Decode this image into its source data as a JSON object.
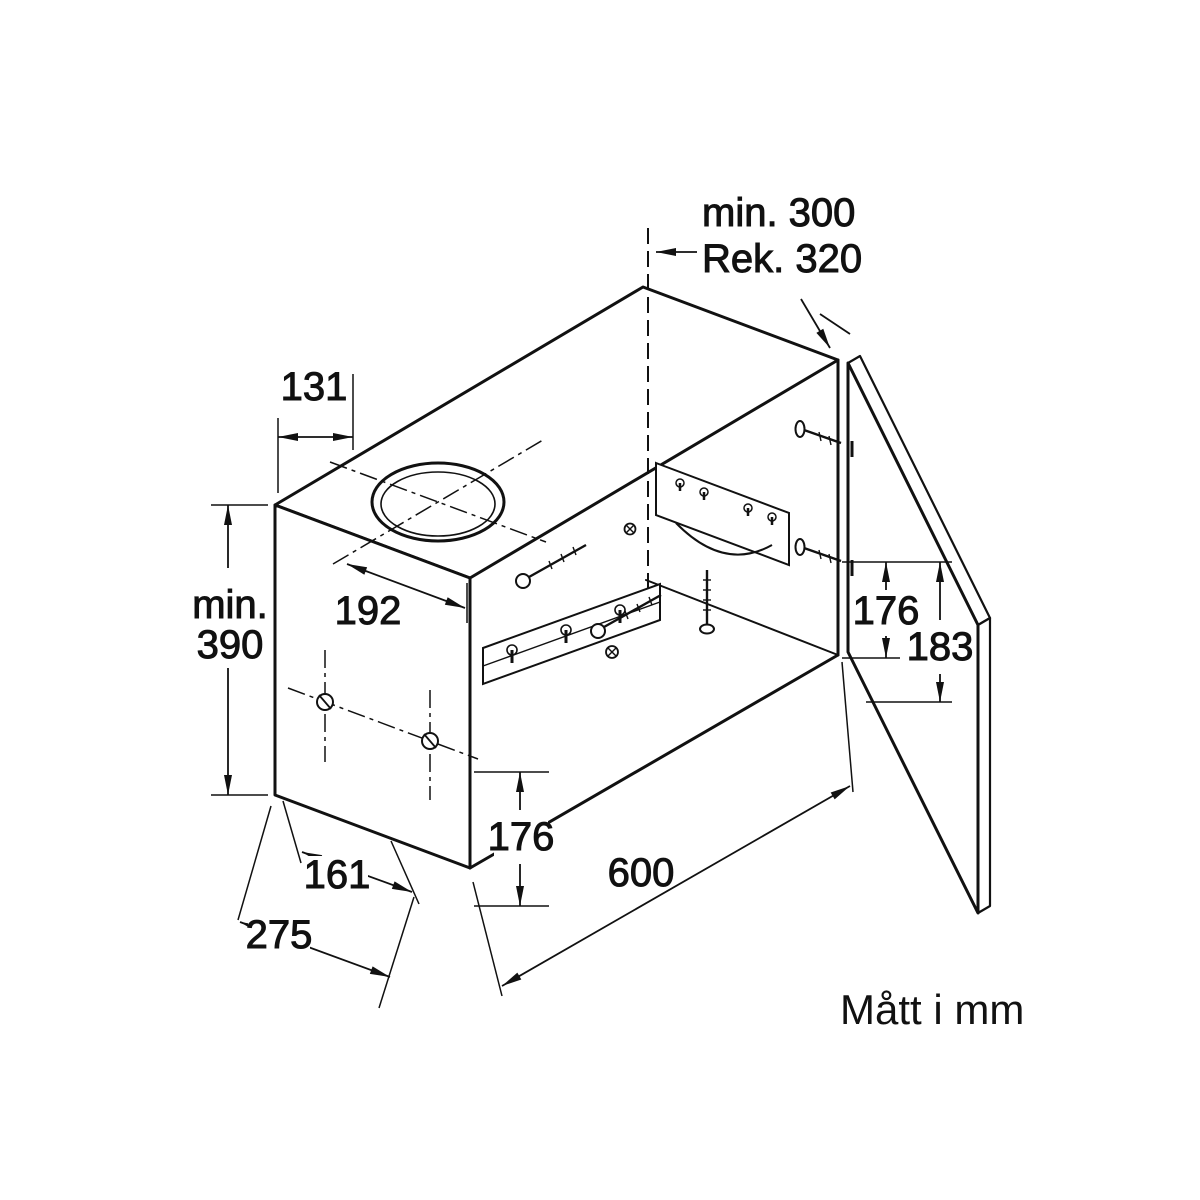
{
  "note": "Mått i mm",
  "dims": {
    "top_min": "min. 300",
    "top_rek": "Rek. 320",
    "hole_offset": "131",
    "hole_depth": "192",
    "height_label": "min.",
    "height_value": "390",
    "inner_height": "176",
    "outer_height": "183",
    "front_height": "176",
    "panel_depth": "161",
    "total_depth": "275",
    "width": "600"
  }
}
